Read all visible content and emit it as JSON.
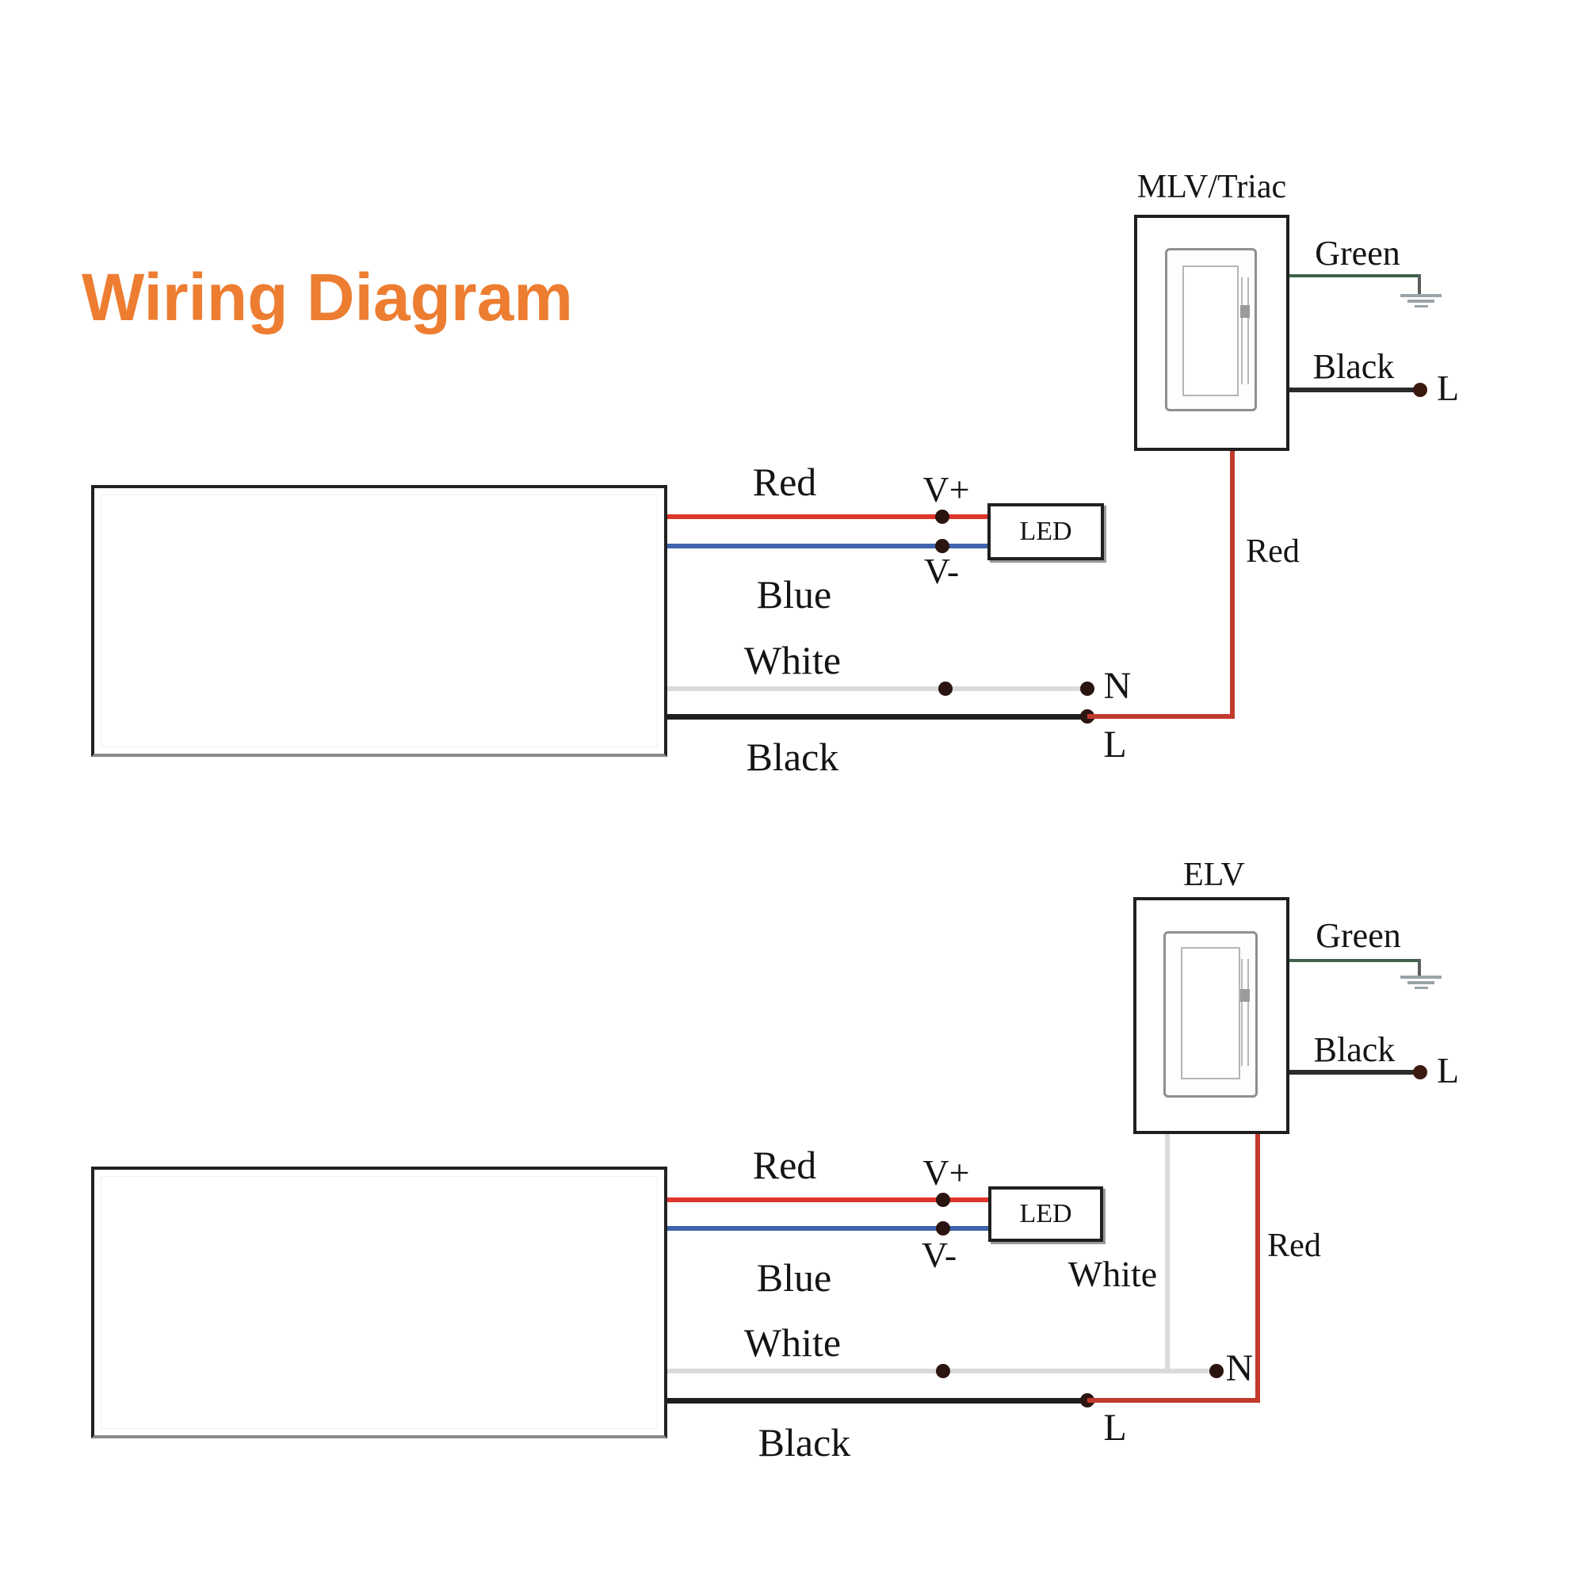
{
  "title": {
    "text": "Wiring Diagram"
  },
  "colors": {
    "accent_orange": "#ED7D31",
    "wire_red": "#E0352B",
    "wire_red_dark": "#C23A2C",
    "wire_blue": "#3F63AD",
    "wire_white": "#DADADA",
    "wire_black": "#1F1F1F",
    "wire_green": "#3F634C",
    "ground_gray": "#9AA3A8"
  },
  "diagram_top": {
    "dimmer_label": "MLV/Triac",
    "dimmer_green_label": "Green",
    "dimmer_black_label": "Black",
    "dimmer_line_label": "L",
    "red_label": "Red",
    "blue_label": "Blue",
    "white_label": "White",
    "black_label": "Black",
    "vplus_label": "V+",
    "vminus_label": "V-",
    "led_label": "LED",
    "neutral_label": "N",
    "line_label": "L",
    "red_vertical_label": "Red"
  },
  "diagram_bottom": {
    "dimmer_label": "ELV",
    "dimmer_green_label": "Green",
    "dimmer_black_label": "Black",
    "dimmer_line_label": "L",
    "red_label": "Red",
    "blue_label": "Blue",
    "white_label": "White",
    "black_label": "Black",
    "white_vertical_label": "White",
    "vplus_label": "V+",
    "vminus_label": "V-",
    "led_label": "LED",
    "neutral_label": "N",
    "line_label": "L",
    "red_vertical_label": "Red"
  }
}
